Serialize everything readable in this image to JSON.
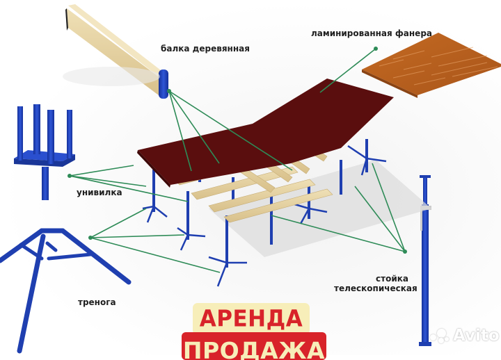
{
  "labels": {
    "beam": "балка деревянная",
    "plywood": "ламинированная фанера",
    "fork_head": "унивилка",
    "tripod": "тренога",
    "prop_line1": "стойка",
    "prop_line2": "телескопическая"
  },
  "banner": {
    "rent": "АРЕНДА",
    "sale": "ПРОДАЖА"
  },
  "watermark": {
    "brand": "Avito"
  },
  "colors": {
    "plywood_top": "#5a0e0e",
    "plywood_sheet": "#b8621e",
    "beam_wood": "#e6d3a3",
    "steel_blue": "#1f3fb0",
    "leader_lines": "#2e8b57",
    "banner_red": "#d8232a",
    "banner_cream": "#f7eeb9"
  },
  "icons": [
    "wooden-beam-illustration",
    "fork-head-illustration",
    "tripod-illustration",
    "telescopic-prop-illustration",
    "plywood-sheet-illustration",
    "formwork-table-illustration",
    "avito-logo-icon"
  ]
}
